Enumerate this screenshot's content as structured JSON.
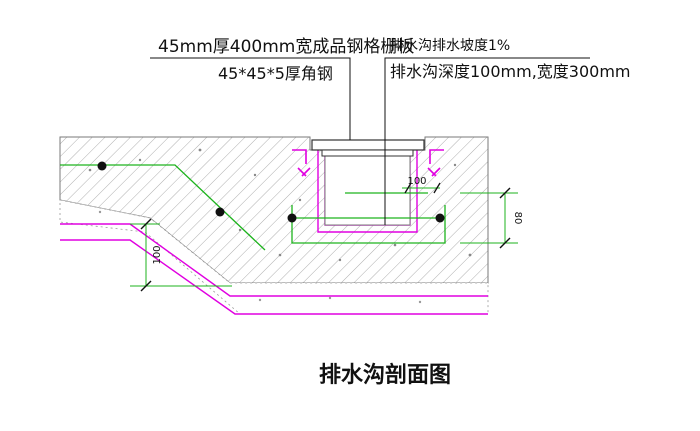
{
  "labels": {
    "grating_spec": "45mm厚400mm宽成品钢格栅板",
    "angle_steel": "45*45*5厚角钢",
    "drain_slope": "排水沟排水坡度1%",
    "drain_size": "排水沟深度100mm,宽度300mm"
  },
  "dimensions": {
    "d100_top": "100",
    "d80": "80",
    "d100_left": "100"
  },
  "title": "排水沟剖面图",
  "colors": {
    "concrete_outline": "#7a7a7a",
    "rebar": "#1db31d",
    "membrane": "#e000e0",
    "leader": "#111111",
    "hatch": "#9a9a9a"
  }
}
